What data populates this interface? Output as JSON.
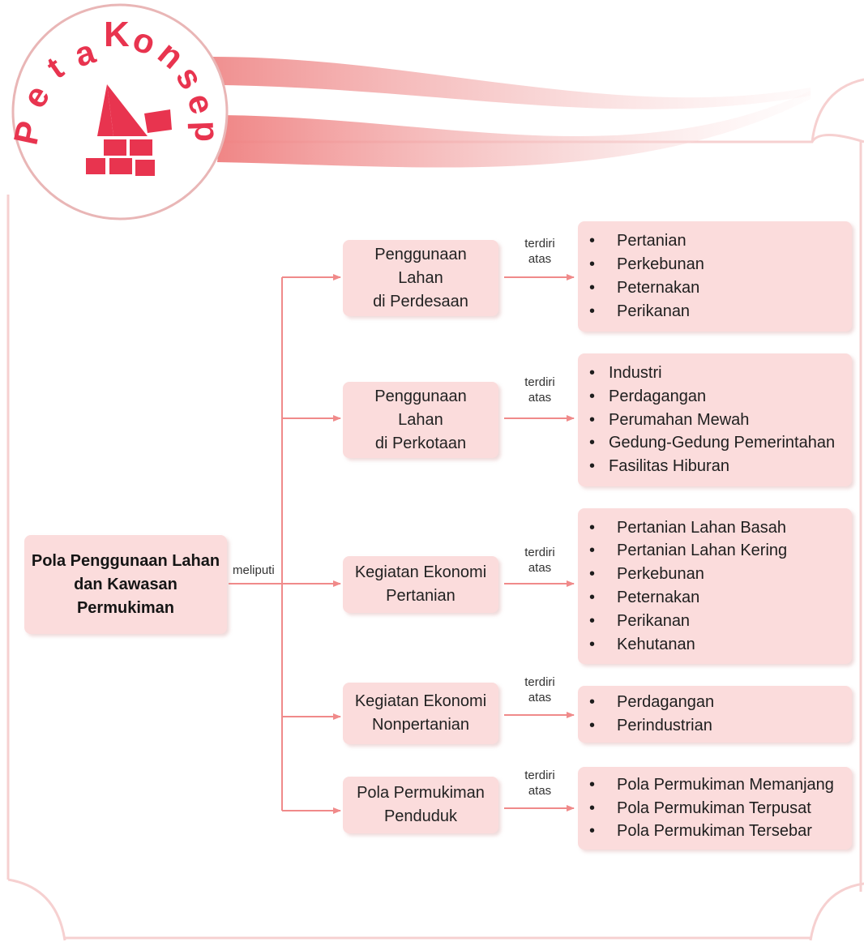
{
  "badge": {
    "letters": [
      "P",
      "e",
      "t",
      "a",
      "K",
      "o",
      "n",
      "s",
      "e",
      "p"
    ]
  },
  "root": {
    "line1": "Pola Penggunaan Lahan",
    "line2": "dan Kawasan",
    "line3": "Permukiman"
  },
  "connector_label": "meliputi",
  "relation_line1": "terdiri",
  "relation_line2": "atas",
  "categories": [
    {
      "lines": [
        "Penggunaan",
        "Lahan",
        "di Perdesaan"
      ],
      "items": [
        "Pertanian",
        "Perkebunan",
        "Peternakan",
        "Perikanan"
      ]
    },
    {
      "lines": [
        "Penggunaan",
        "Lahan",
        "di Perkotaan"
      ],
      "items": [
        "Industri",
        "Perdagangan",
        "Perumahan Mewah",
        "Gedung-Gedung Pemerintahan",
        "Fasilitas Hiburan"
      ]
    },
    {
      "lines": [
        "Kegiatan Ekonomi",
        "Pertanian"
      ],
      "items": [
        "Pertanian Lahan Basah",
        "Pertanian Lahan Kering",
        "Perkebunan",
        "Peternakan",
        "Perikanan",
        "Kehutanan"
      ]
    },
    {
      "lines": [
        "Kegiatan Ekonomi",
        "Nonpertanian"
      ],
      "items": [
        "Perdagangan",
        "Perindustrian"
      ]
    },
    {
      "lines": [
        "Pola Permukiman",
        "Penduduk"
      ],
      "items": [
        "Pola Permukiman Memanjang",
        "Pola Permukiman Terpusat",
        "Pola Permukiman Tersebar"
      ]
    }
  ],
  "colors": {
    "accent": "#e8344f",
    "box_fill": "#fbdcdc",
    "connector": "#f08a8a",
    "ribbon": "#f29a9a"
  }
}
